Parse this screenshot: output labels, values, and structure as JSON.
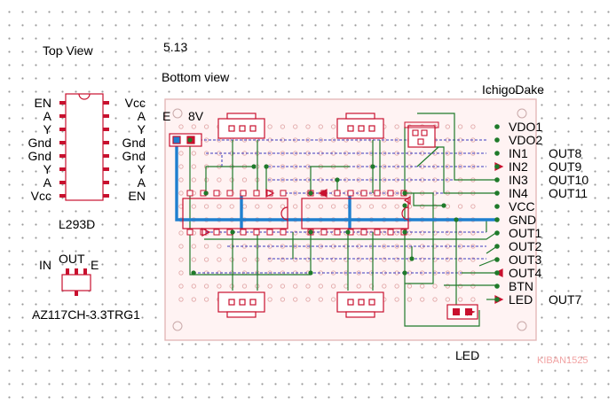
{
  "labels": {
    "top_view": "Top View",
    "version": "5.13",
    "bottom_view": "Bottom view",
    "board_name": "IchigoDake",
    "power_e": "E",
    "power_8v": "8V",
    "chip_name": "L293D",
    "regulator_in": "IN",
    "regulator_out": "OUT",
    "regulator_e": "E",
    "regulator_name": "AZ117CH-3.3TRG1",
    "led_label": "LED",
    "watermark": "KIBAN1525"
  },
  "ic_left_pins": [
    "EN",
    "A",
    "Y",
    "Gnd",
    "Gnd",
    "Y",
    "A",
    "Vcc"
  ],
  "ic_right_pins": [
    "Vcc",
    "A",
    "Y",
    "Gnd",
    "Gnd",
    "Y",
    "A",
    "EN"
  ],
  "connector_pins": [
    "VDO1",
    "VDO2",
    "IN1",
    "IN2",
    "IN3",
    "IN4",
    "VCC",
    "GND",
    "OUT1",
    "OUT2",
    "OUT3",
    "OUT4",
    "BTN",
    "LED"
  ],
  "side_outputs": [
    "OUT8",
    "OUT9",
    "OUT10",
    "OUT11",
    "OUT7"
  ],
  "colors": {
    "board_fill": "#fff3f3",
    "board_border": "#e4b8b8",
    "pad": "#c8102e",
    "gnd_bus": "#1f7fcf",
    "wire": "#1f7a2a",
    "jumper": "#3b3bbf"
  }
}
